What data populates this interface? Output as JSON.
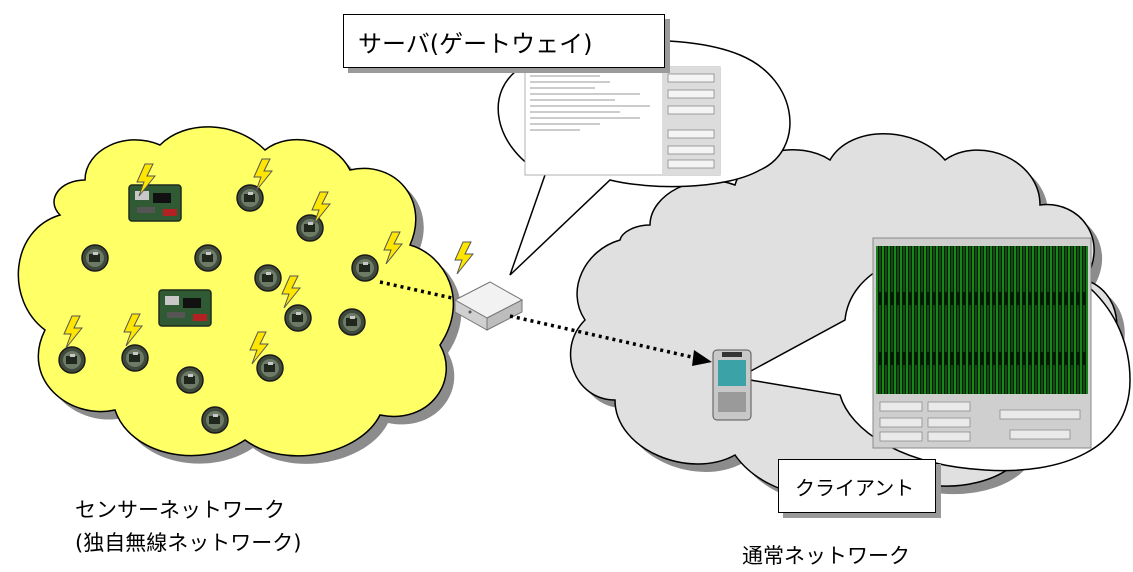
{
  "server_box": {
    "label": "サーバ(ゲートウェイ)"
  },
  "client_box": {
    "label": "クライアント"
  },
  "sensor_network": {
    "label_line1": "センサーネットワーク",
    "label_line2": "(独自無線ネットワーク)"
  },
  "normal_network": {
    "label": "通常ネットワーク"
  },
  "colors": {
    "sensor_cloud": "#ffff66",
    "normal_cloud": "#e0e0e0",
    "cloud_shadow": "#8c8c8c",
    "waveform": "#22cc22",
    "lightning": "#ffe600"
  }
}
